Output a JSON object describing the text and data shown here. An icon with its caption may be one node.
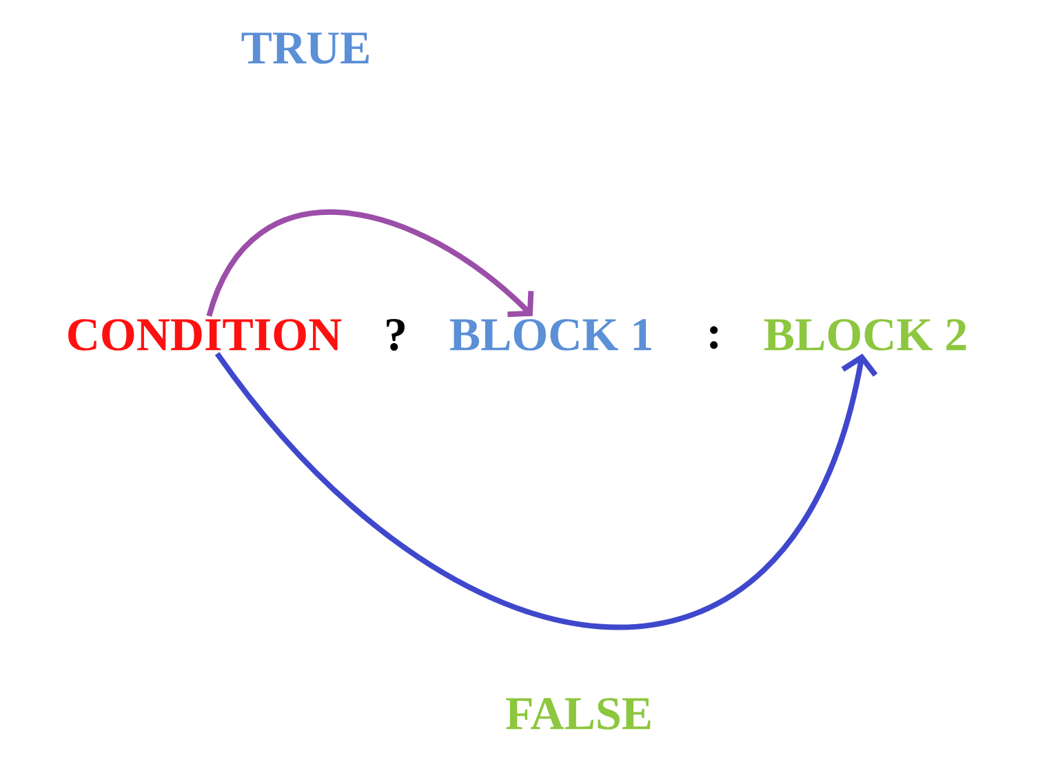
{
  "diagram": {
    "nodes": [
      {
        "text": [
          "CONDITION"
        ]
      },
      {
        "text": [
          "BLOCK 1"
        ]
      },
      {
        "text": [
          "BLOCK 2"
        ]
      }
    ],
    "edges": [
      {
        "from": 0,
        "to": 1,
        "arrow": "to",
        "label": "TRUE",
        "color": "#9b4fa8"
      },
      {
        "from": 0,
        "to": 2,
        "arrow": "to",
        "label": "FALSE",
        "color": "#3f48cc"
      }
    ],
    "labels": [
      "?",
      ":"
    ]
  }
}
